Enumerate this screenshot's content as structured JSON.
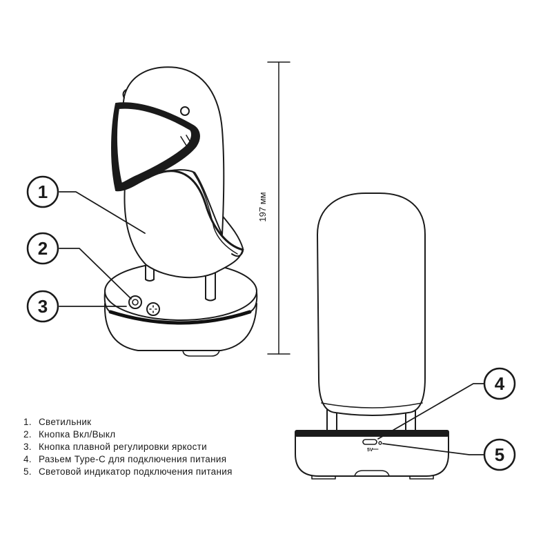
{
  "callouts": [
    "1",
    "2",
    "3",
    "4",
    "5"
  ],
  "dimension_label": "197 мм",
  "legend": [
    {
      "num": "1.",
      "text": "Светильник"
    },
    {
      "num": "2.",
      "text": "Кнопка Вкл/Выкл"
    },
    {
      "num": "3.",
      "text": "Кнопка плавной регулировки яркости"
    },
    {
      "num": "4.",
      "text": "Разьем Type-C для подключения питания"
    },
    {
      "num": "5.",
      "text": "Световой индикатор подключения питания"
    }
  ],
  "port_label": "5V",
  "colors": {
    "line": "#1a1a1a",
    "fill": "#ffffff",
    "dark": "#111111"
  }
}
